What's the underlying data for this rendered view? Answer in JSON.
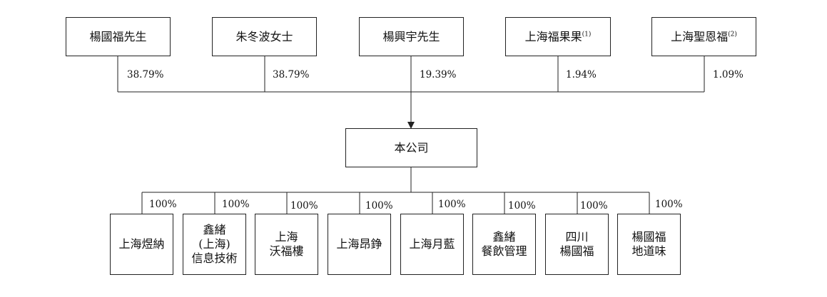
{
  "shareholders": [
    {
      "name": "楊國福先生",
      "note": "",
      "percent": "38.79%"
    },
    {
      "name": "朱冬波女士",
      "note": "",
      "percent": "38.79%"
    },
    {
      "name": "楊興宇先生",
      "note": "",
      "percent": "19.39%"
    },
    {
      "name": "上海福果果",
      "note": "(1)",
      "percent": "1.94%"
    },
    {
      "name": "上海聖恩福",
      "note": "(2)",
      "percent": "1.09%"
    }
  ],
  "company": {
    "name": "本公司"
  },
  "subsidiaries": [
    {
      "name": "上海煜納",
      "percent": "100%"
    },
    {
      "name": "鑫緒\n(上海)\n信息技術",
      "percent": "100%"
    },
    {
      "name": "上海\n沃福樓",
      "percent": "100%"
    },
    {
      "name": "上海昂錚",
      "percent": "100%"
    },
    {
      "name": "上海月藍",
      "percent": "100%"
    },
    {
      "name": "鑫緒\n餐飲管理",
      "percent": "100%"
    },
    {
      "name": "四川\n楊國福",
      "percent": "100%"
    },
    {
      "name": "楊國福\n地道味",
      "percent": "100%"
    }
  ]
}
